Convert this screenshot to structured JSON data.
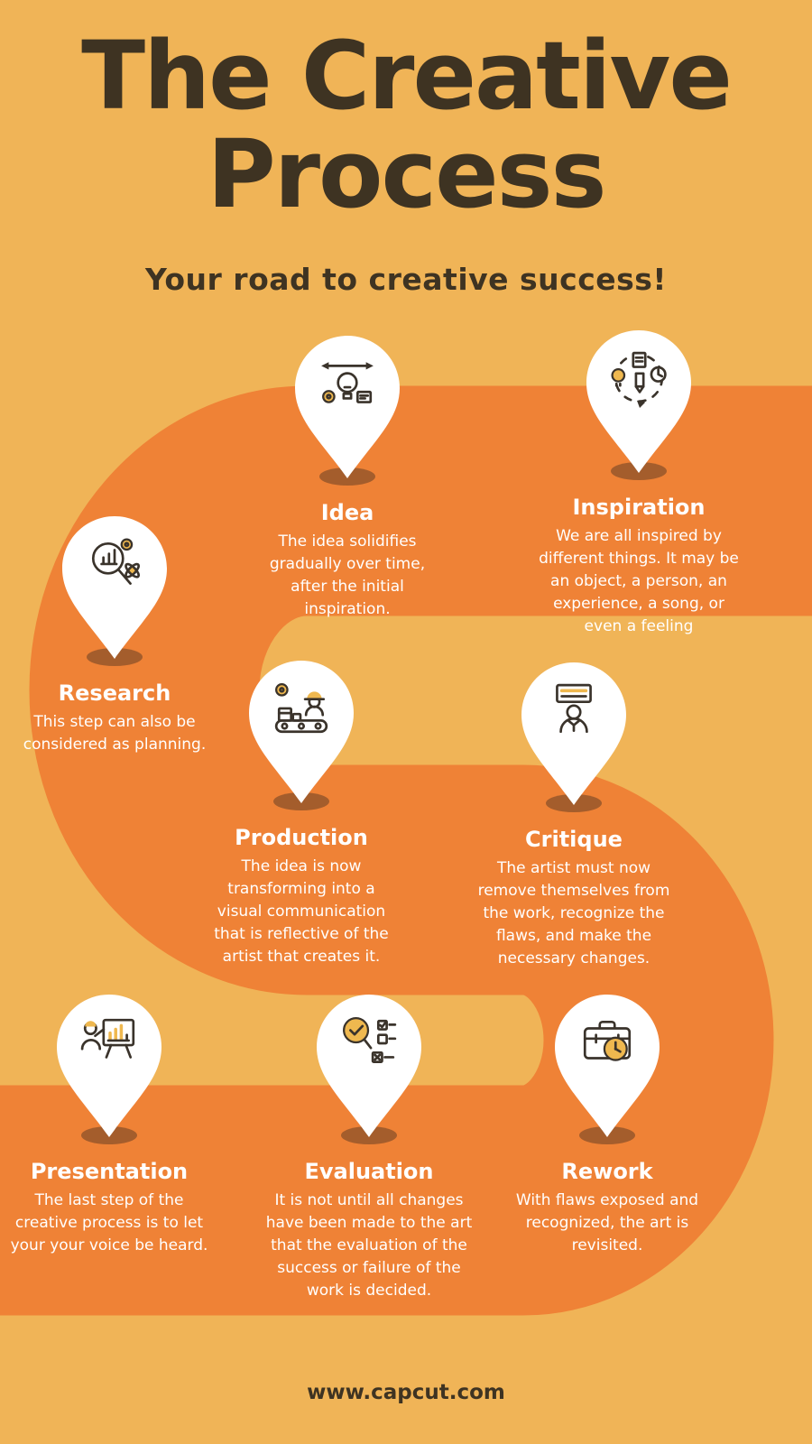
{
  "page": {
    "title_line1": "The Creative",
    "title_line2": "Process",
    "subtitle": "Your road to creative success!",
    "footer": "www.capcut.com"
  },
  "colors": {
    "background": "#F0B457",
    "road": "#EF8236",
    "title_text": "#3E3322",
    "step_text": "#FFFFFF",
    "pin_fill": "#FFFFFF",
    "pin_shadow": "#A45D2C",
    "icon_line": "#3A332B",
    "icon_accent": "#EFB84F"
  },
  "steps": [
    {
      "title": "Idea",
      "icon": "pencil-lightbulb-gear-icon",
      "description": "The idea solidifies gradually over time, after the initial inspiration."
    },
    {
      "title": "Inspiration",
      "icon": "creative-cycle-icon",
      "description": "We are all inspired by different things.  It may be an object, a person, an experience, a song, or even a feeling"
    },
    {
      "title": "Research",
      "icon": "magnifier-analytics-icon",
      "description": "This step can also be considered as planning."
    },
    {
      "title": "Production",
      "icon": "conveyor-worker-icon",
      "description": "The idea is now transforming into a visual communication that is reflective of the artist that creates it."
    },
    {
      "title": "Critique",
      "icon": "reviewer-board-icon",
      "description": "The artist must now remove themselves from the work, recognize the flaws, and make the necessary changes."
    },
    {
      "title": "Presentation",
      "icon": "presenter-whiteboard-icon",
      "description": "The last step of the creative process is to let your your voice be heard."
    },
    {
      "title": "Evaluation",
      "icon": "magnifier-checklist-icon",
      "description": "It is not until all changes have been made to the art that the evaluation of the success or failure of the work is decided."
    },
    {
      "title": "Rework",
      "icon": "briefcase-clock-icon",
      "description": "With flaws exposed and recognized, the art is revisited."
    }
  ]
}
